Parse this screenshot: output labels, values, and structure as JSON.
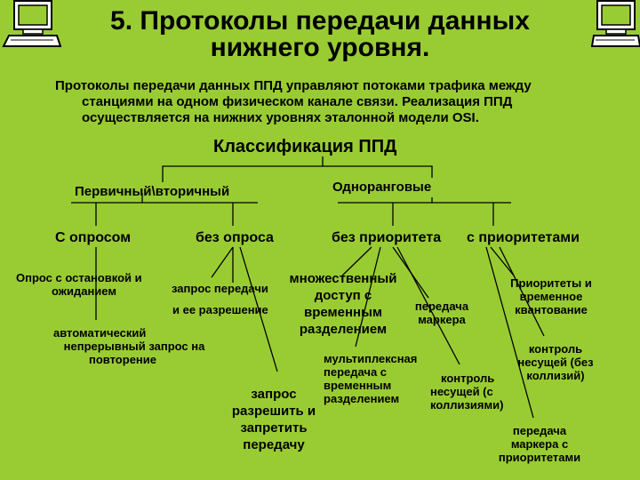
{
  "title": {
    "line1": "5. Протоколы передачи данных",
    "line2": "нижнего уровня."
  },
  "intro": {
    "line1": "Протоколы передачи данных ППД управляют потоками трафика между",
    "line2": "станциями на одном физическом канале связи. Реализация ППД",
    "line3": "осуществляется на нижних уровнях эталонной модели OSI."
  },
  "classification": "Классификация ППД",
  "categories": {
    "primary_secondary": "Первичный\\вторичный",
    "peer": "Одноранговые"
  },
  "subcategories": {
    "polling": "С опросом",
    "no_polling": "без опроса",
    "no_priority": "без приоритета",
    "with_priority": "с приоритетами"
  },
  "leaves": {
    "stop_and_wait": [
      "Опрос с остановкой и",
      "ожиданием"
    ],
    "auto_repeat": [
      "автоматический",
      "непрерывный запрос на",
      "повторение"
    ],
    "transfer_request": [
      "запрос передачи"
    ],
    "permission": [
      "и  ее разрешение"
    ],
    "allow_deny": [
      "запрос",
      "разрешить и",
      "запретить",
      "передачу"
    ],
    "tdma": [
      "множественный",
      "доступ с",
      "временным",
      "разделением"
    ],
    "tdm": [
      "мультиплексная",
      "передача с",
      "временным",
      "разделением"
    ],
    "token": [
      "передача",
      "маркера"
    ],
    "carrier_collision": [
      "контроль",
      "несущей (с",
      "коллизиями)"
    ],
    "priority_time": [
      "Приоритеты и",
      "временное",
      "квантование"
    ],
    "carrier_no_collision": [
      "контроль",
      "несущей (без",
      "коллизий)"
    ],
    "priority_token": [
      "передача",
      "маркера с",
      "приоритетами"
    ]
  }
}
